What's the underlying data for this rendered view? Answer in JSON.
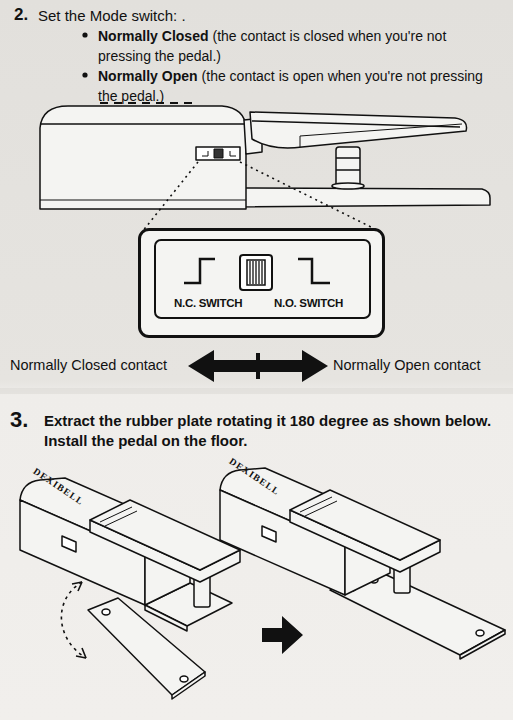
{
  "diagram": {
    "nodes": [
      {
        "text": [
          "N.C. SWITCH",
          "N.O. SWITCH"
        ]
      }
    ],
    "labels": [
      "2.",
      "Set the Mode switch: .",
      "Normally Closed",
      "(the contact is closed when you're not pressing the pedal.)",
      "Normally Open",
      "(the contact is open when you're not pressing the pedal.)",
      "Normally Closed contact",
      "Normally Open contact",
      "3.",
      "Extract the rubber plate rotating it 180 degree as shown below. Install the pedal on the floor.",
      "DEXIBELL",
      "DEXIBELL"
    ]
  }
}
